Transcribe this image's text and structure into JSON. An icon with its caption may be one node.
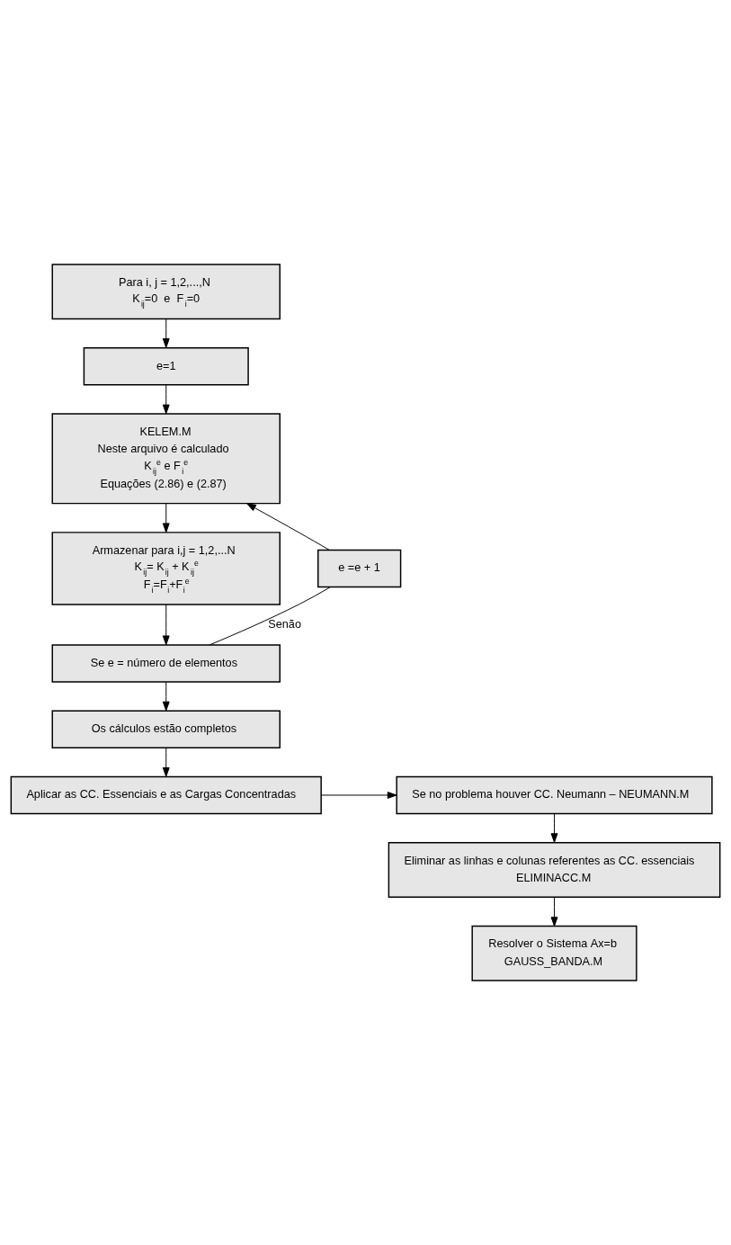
{
  "diagram": {
    "nodes": [
      {
        "text": [
          "Para i, j = 1,2,...,N",
          "K$_{ij}$=0  e  F$_{i}$=0"
        ]
      },
      {
        "text": [
          "e=1"
        ]
      },
      {
        "text": [
          "KELEM.M",
          "Neste arquivo é calculado",
          "K$_{ij}$$^{e}$ e F$_{i}$$^{e}$",
          "Equações (2.86) e (2.87)"
        ]
      },
      {
        "text": [
          "Armazenar para i,j = 1,2,...N",
          "K$_{ij}$= K$_{ij}$ + K$_{ij}$$^{e}$",
          "F$_{i}$=F$_{i}$+F$_{i}$$^{e}$"
        ]
      },
      {
        "text": [
          "e =e + 1"
        ]
      },
      {
        "text": [
          "Se e = número de elementos"
        ]
      },
      {
        "text": [
          "Os cálculos estão completos"
        ]
      },
      {
        "text": [
          "Aplicar as CC. Essenciais e as Cargas Concentradas"
        ]
      },
      {
        "text": [
          "Se no problema houver CC. Neumann – NEUMANN.M"
        ]
      },
      {
        "text": [
          "Eliminar as linhas e colunas referentes as CC. essenciais",
          "ELIMINACC.M"
        ]
      },
      {
        "text": [
          "Resolver o Sistema Ax=b",
          "GAUSS_BANDA.M"
        ]
      }
    ],
    "edges": [
      {
        "from": 0,
        "to": 1,
        "arrow": "to"
      },
      {
        "from": 1,
        "to": 2,
        "arrow": "to"
      },
      {
        "from": 2,
        "to": 3,
        "arrow": "to"
      },
      {
        "from": 3,
        "to": 5,
        "arrow": "to"
      },
      {
        "from": 5,
        "to": 6,
        "arrow": "to"
      },
      {
        "from": 5,
        "to": 4,
        "arrow": "none",
        "label": "Senão"
      },
      {
        "from": 4,
        "to": 2,
        "arrow": "to"
      },
      {
        "from": 6,
        "to": 7,
        "arrow": "to"
      },
      {
        "from": 7,
        "to": 8,
        "arrow": "to"
      },
      {
        "from": 8,
        "to": 9,
        "arrow": "to"
      },
      {
        "from": 9,
        "to": 10,
        "arrow": "to"
      }
    ]
  }
}
